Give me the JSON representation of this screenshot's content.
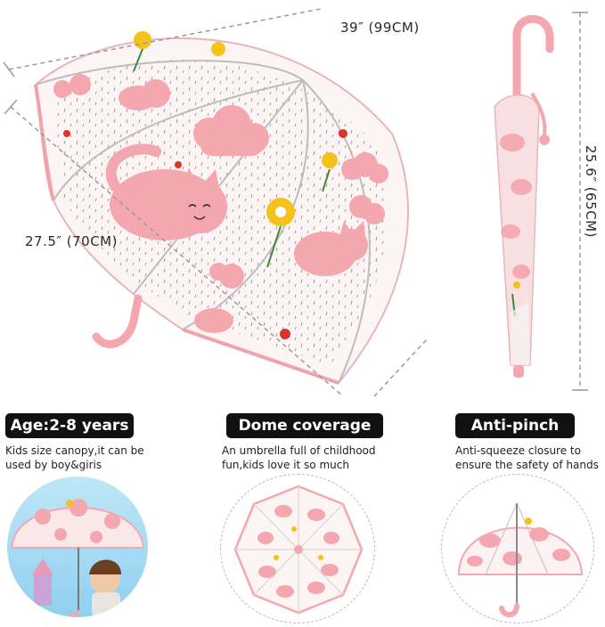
{
  "dimensions": {
    "width_label": "39″ (99CM)",
    "length_label": "27.5″ (70CM)",
    "closed_label": "25.6″ (65CM)"
  },
  "features": [
    {
      "title": "Age:2-8 years",
      "description_line1": "Kids size canopy,it can be",
      "description_line2": "used by boy&giris"
    },
    {
      "title": "Dome coverage",
      "description_line1": "An umbrella full of childhood",
      "description_line2": "fun,kids love it so much"
    },
    {
      "title": "Anti-pinch",
      "description_line1": "Anti-squeeze closure to",
      "description_line2": "ensure the safety of hands"
    }
  ],
  "colors": {
    "pink": "#f4a7ae",
    "pink_dark": "#ef8f99",
    "flower_yellow": "#f5c21b",
    "leaf_green": "#3a8a3a",
    "sky_blue": "#8fd0f0"
  }
}
